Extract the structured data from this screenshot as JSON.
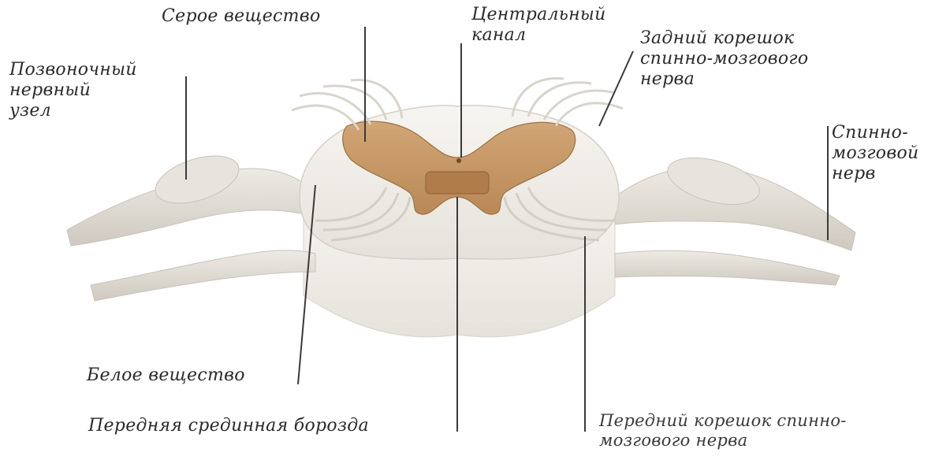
{
  "labels": {
    "grey_matter": "Серое вещество",
    "central_canal": {
      "line1": "Центральный",
      "line2": "канал"
    },
    "dorsal_root": {
      "line1": "Задний корешок",
      "line2": "спинно-мозгового",
      "line3": "нерва"
    },
    "spinal_ganglion": {
      "line1": "Позвоночный",
      "line2": "нервный",
      "line3": "узел"
    },
    "spinal_nerve": {
      "line1": "Спинно-",
      "line2": "мозговой",
      "line3": "нерв"
    },
    "white_matter": "Белое вещество",
    "anterior_fissure": "Передняя срединная борозда",
    "ventral_root": {
      "line1": "Передний корешок спинно-",
      "line2": "мозгового нерва"
    }
  },
  "colors": {
    "grey_matter": "#c99a6a",
    "white_matter": "#f2efe9",
    "nerve": "#e3ded6",
    "leader": "#3a3a3a",
    "text": "#2a2a2a"
  }
}
